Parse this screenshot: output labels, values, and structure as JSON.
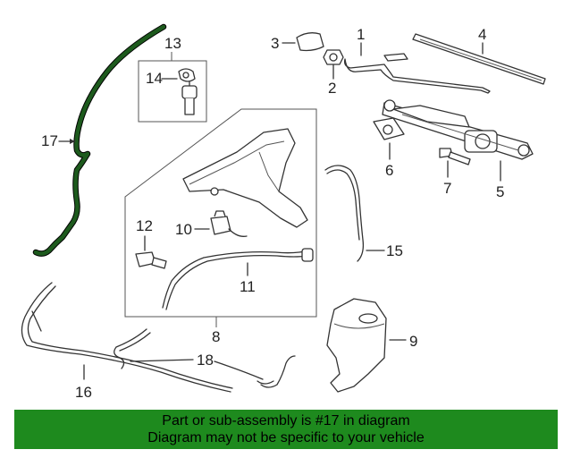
{
  "callouts": {
    "c1": "1",
    "c2": "2",
    "c3": "3",
    "c4": "4",
    "c5": "5",
    "c6": "6",
    "c7": "7",
    "c8": "8",
    "c9": "9",
    "c10": "10",
    "c11": "11",
    "c12": "12",
    "c13": "13",
    "c14": "14",
    "c15": "15",
    "c16": "16",
    "c17": "17",
    "c18": "18"
  },
  "highlighted_part": "17",
  "colors": {
    "highlight": "#1d5a1d",
    "banner": "#1e8a1e"
  },
  "banner": {
    "line1": "Part or sub-assembly is #17 in diagram",
    "line2": "Diagram may not be specific to your vehicle"
  }
}
